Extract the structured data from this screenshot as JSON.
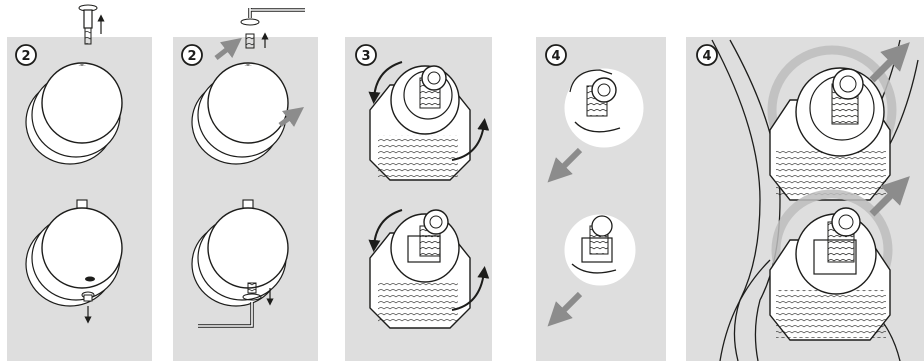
{
  "colors": {
    "panel_bg": "#dedede",
    "line": "#1d1d1b",
    "arrow_grey": "#8c8c8c",
    "rotate_ring_grey": "#bdbdbd",
    "knob_fill": "#ffffff"
  },
  "panels": [
    {
      "id": "panel-1",
      "step": "2",
      "content": "knob with cap screw removed upward, knob removed downward"
    },
    {
      "id": "panel-2",
      "step": "2",
      "content": "hex key loosens set screw, knob lifted off"
    },
    {
      "id": "panel-3",
      "step": "3",
      "content": "rotate valve bodies"
    },
    {
      "id": "panel-4",
      "step": "4",
      "content": "pull out cartridges"
    },
    {
      "id": "panel-5",
      "step": "4",
      "content": "close-up: rotate and pull cartridges"
    }
  ],
  "icons": [
    "screw-icon",
    "rotate-arrow-icon",
    "up-arrow-icon",
    "down-arrow-icon",
    "hex-key-icon",
    "pull-arrow-icon",
    "knob-icon",
    "cartridge-icon"
  ]
}
